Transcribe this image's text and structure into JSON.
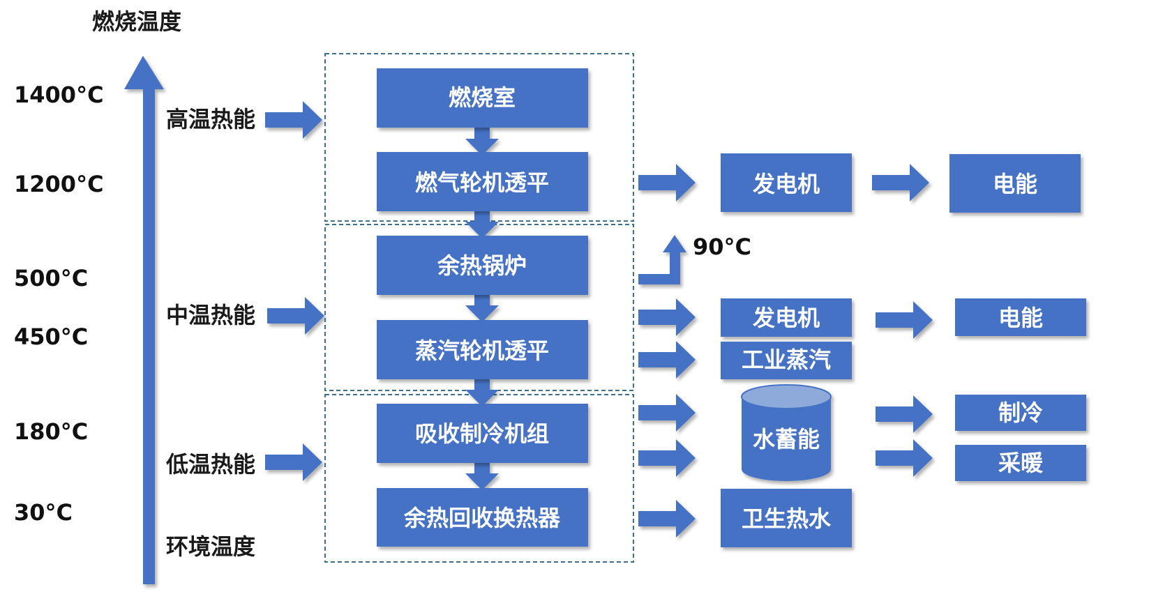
{
  "colors": {
    "box": "#4472C4",
    "group_border": "#3B6E8F",
    "tank_top": "#8EAADB"
  },
  "axis": {
    "title": "燃烧温度",
    "bottom_label": "环境温度"
  },
  "temperatures": [
    "1400°C",
    "1200°C",
    "500°C",
    "450°C",
    "180°C",
    "30°C"
  ],
  "levels": {
    "high": "高温热能",
    "mid": "中温热能",
    "low": "低温热能"
  },
  "process": {
    "combustion": "燃烧室",
    "gas_turbine": "燃气轮机透平",
    "waste_boiler": "余热锅炉",
    "steam_turbine": "蒸汽轮机透平",
    "absorption_chiller": "吸收制冷机组",
    "heat_exchanger": "余热回收换热器"
  },
  "outputs": {
    "generator_1": "发电机",
    "electricity_1": "电能",
    "exhaust_temp": "90°C",
    "generator_2": "发电机",
    "electricity_2": "电能",
    "industrial_steam": "工业蒸汽",
    "water_storage": "水蓄能",
    "cooling": "制冷",
    "heating": "采暖",
    "hot_water": "卫生热水"
  }
}
